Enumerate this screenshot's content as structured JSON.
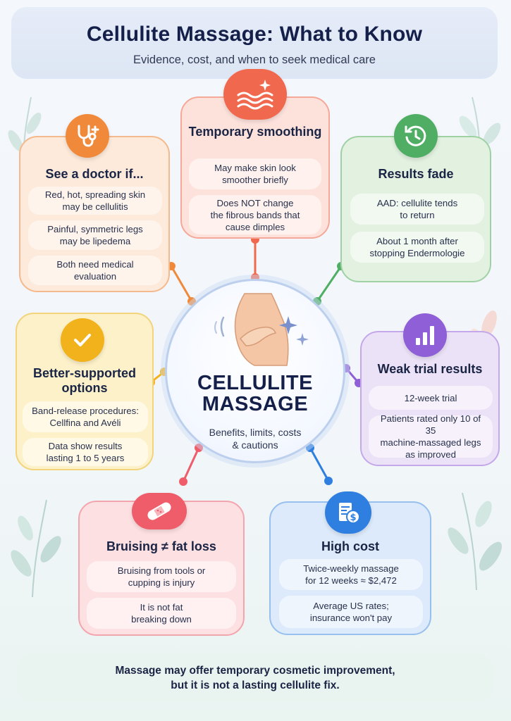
{
  "header": {
    "title": "Cellulite Massage: What to Know",
    "subtitle": "Evidence, cost, and when to seek medical care"
  },
  "center": {
    "title": "CELLULITE\nMASSAGE",
    "subtitle": "Benefits, limits, costs\n& cautions",
    "icon": "body-silhouette-icon"
  },
  "cards": {
    "doctor": {
      "icon": "stethoscope-icon",
      "title": "See a doctor if...",
      "items": [
        "Red, hot, spreading skin\nmay be cellulitis",
        "Painful, symmetric legs\nmay be lipedema",
        "Both need medical\nevaluation"
      ],
      "color": "#f08a3a"
    },
    "smoothing": {
      "icon": "waves-sparkle-icon",
      "title": "Temporary\nsmoothing",
      "items": [
        "May make skin look\nsmoother briefly",
        "Does NOT change\nthe fibrous bands that\ncause dimples"
      ],
      "color": "#f0694f"
    },
    "fade": {
      "icon": "history-clock-icon",
      "title": "Results fade",
      "items": [
        "AAD: cellulite tends\nto return",
        "About 1 month after\nstopping Endermologie"
      ],
      "color": "#4fae63"
    },
    "options": {
      "icon": "check-icon",
      "title": "Better-supported\noptions",
      "items": [
        "Band-release procedures:\nCellfina and Avéli",
        "Data show results\nlasting 1 to 5 years"
      ],
      "color": "#f2b21c"
    },
    "trial": {
      "icon": "bar-chart-icon",
      "title": "Weak trial results",
      "items": [
        "12-week trial",
        "Patients rated only 10 of 35\nmachine-massaged legs\nas improved"
      ],
      "color": "#8e5fd6"
    },
    "bruising": {
      "icon": "bandage-icon",
      "title": "Bruising ≠ fat loss",
      "items": [
        "Bruising from tools or\ncupping is injury",
        "It is not fat\nbreaking down"
      ],
      "color": "#ef5d6b"
    },
    "cost": {
      "icon": "invoice-dollar-icon",
      "title": "High cost",
      "items": [
        "Twice-weekly massage\nfor 12 weeks ≈ $2,472",
        "Average US rates;\ninsurance won't pay"
      ],
      "color": "#2f7fe0"
    }
  },
  "footer": {
    "text": "Massage may offer temporary cosmetic improvement,\nbut it is not a lasting cellulite fix."
  }
}
